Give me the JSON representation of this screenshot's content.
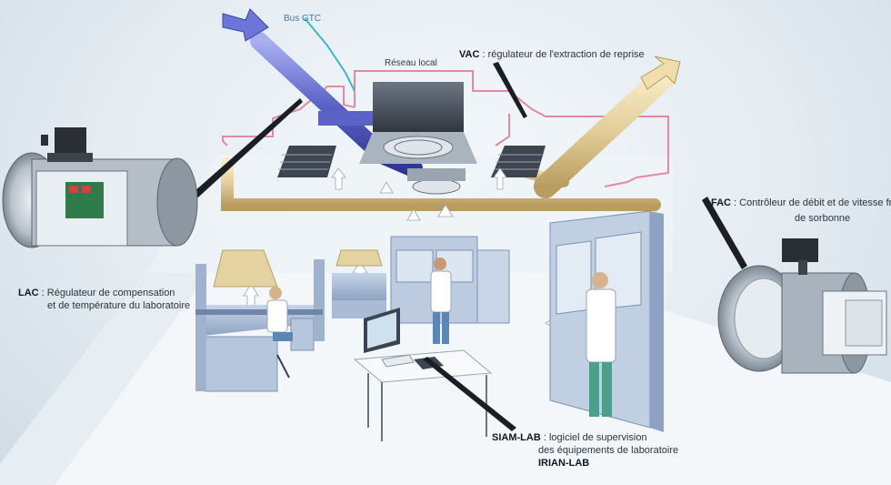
{
  "labels": {
    "bus_gtc": "Bus GTC",
    "reseau_local": "Réseau local",
    "vac_code": "VAC",
    "vac_desc": " : régulateur de l'extraction de reprise",
    "lac_code": "LAC",
    "lac_desc_line1": " : Régulateur de compensation",
    "lac_desc_line2": "et de température du laboratoire",
    "fac_code": "FAC",
    "fac_desc_line1": " : Contrôleur de débit et de vitesse frontale",
    "fac_desc_line2": "de sorbonne",
    "siam_code": "SIAM-LAB",
    "siam_desc_line1": " : logiciel de supervision",
    "siam_desc_line2": "des équipements de laboratoire",
    "siam_desc_line3": "IRIAN-LAB"
  },
  "colors": {
    "duct_supply": "#5b63c7",
    "duct_exhaust": "#e6d3a0",
    "network_cable": "#e48aa0",
    "gtc_cable": "#39b9c9",
    "furniture": "#9fb3cf",
    "floor": "#f6f9fb"
  }
}
